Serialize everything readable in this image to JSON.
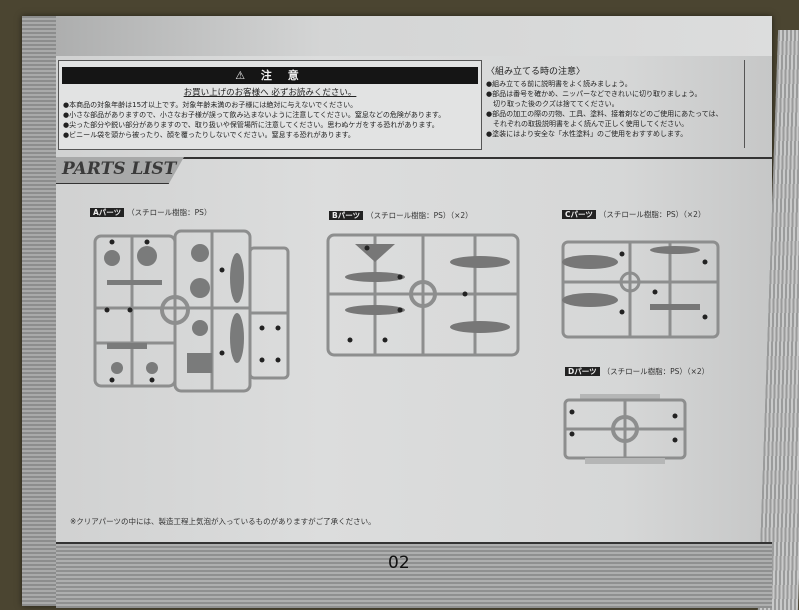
{
  "warning": {
    "title": "⚠ 注 意",
    "subtitle": "お買い上げのお客様へ 必ずお読みください。",
    "items": [
      "本商品の対象年齢は15才以上です。対象年齢未満のお子様には絶対に与えないでください。",
      "小さな部品がありますので、小さなお子様が誤って飲み込まないように注意してください。窒息などの危険があります。",
      "尖った部分や鋭い部分がありますので、取り扱いや保管場所に注意してください。思わぬケガをする恐れがあります。",
      "ビニール袋を頭から被ったり、顔を覆ったりしないでください。窒息する恐れがあります。"
    ]
  },
  "assembly_notes": {
    "title": "〈組み立てる時の注意〉",
    "items": [
      "組み立てる前に説明書をよく読みましょう。",
      "部品は番号を確かめ、ニッパーなどできれいに切り取りましょう。",
      "切り取った後のクズは捨ててください。",
      "部品の加工の際の刃物、工具、塗料、接着剤などのご使用にあたっては、",
      "それぞれの取扱説明書をよく読んで正しく使用してください。",
      "塗装にはより安全な「水性塗料」のご使用をおすすめします。"
    ]
  },
  "section_title": "PARTS LIST",
  "parts": [
    {
      "tag": "Aパーツ",
      "desc": "（スチロール樹脂：PS）"
    },
    {
      "tag": "Bパーツ",
      "desc": "（スチロール樹脂：PS）（×2）"
    },
    {
      "tag": "Cパーツ",
      "desc": "（スチロール樹脂：PS）（×2）"
    },
    {
      "tag": "Dパーツ",
      "desc": "（スチロール樹脂：PS）（×2）"
    }
  ],
  "footnote": "※クリアパーツの中には、製造工程上気泡が入っているものがありますがご了承ください。",
  "page_number": "02"
}
